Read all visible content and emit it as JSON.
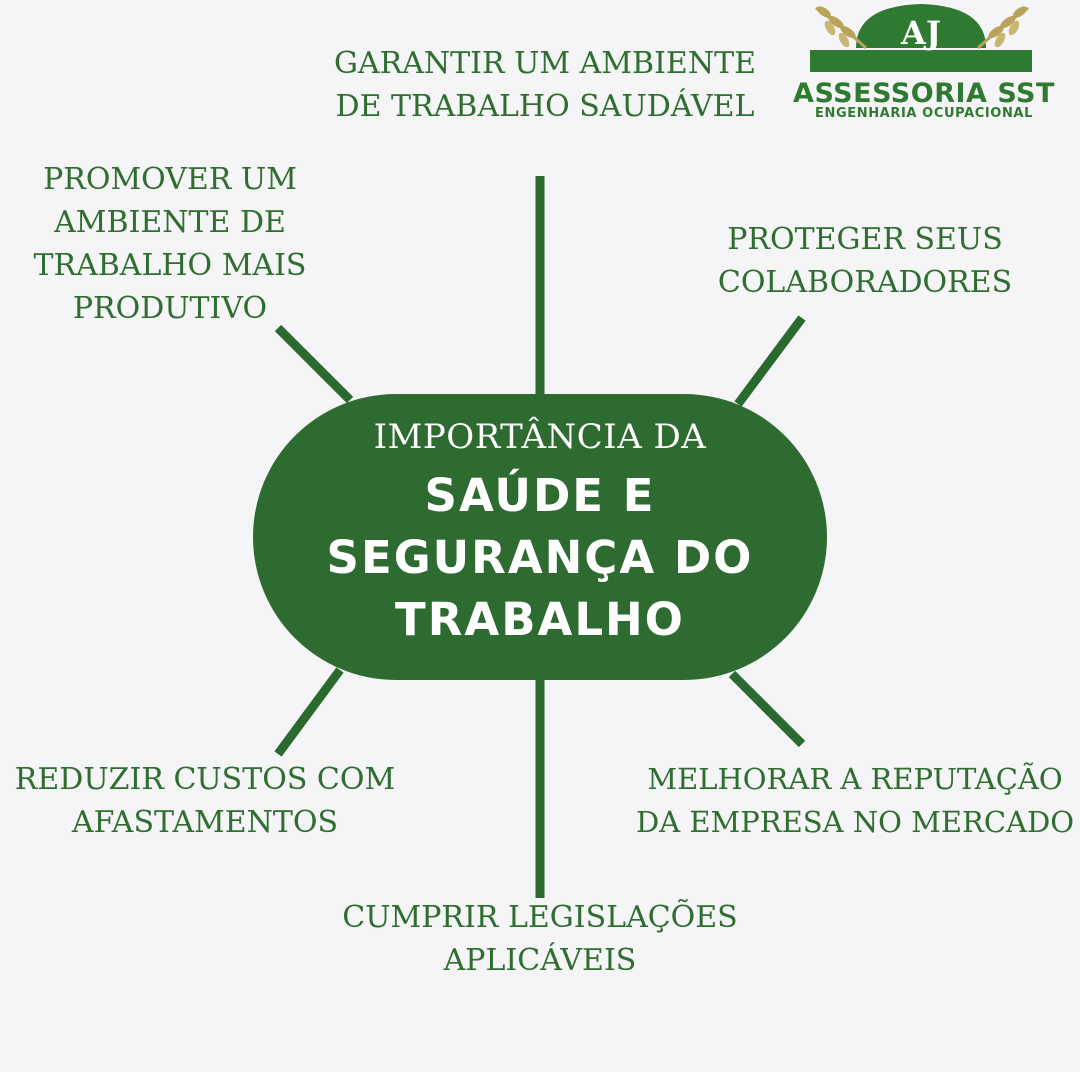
{
  "brand": {
    "monogram": "AJ",
    "name": "ASSESSORIA SST",
    "tagline": "ENGENHARIA OCUPACIONAL",
    "green": "#2e7a30",
    "laurel_color": "#b9a35a",
    "laurel_icon": "laurel-branch-icon"
  },
  "hub": {
    "kicker": "IMPORTÂNCIA DA",
    "title": "SAÚDE E SEGURANÇA DO TRABALHO",
    "color": "#2e6b30"
  },
  "topics": [
    {
      "text": "GARANTIR UM AMBIENTE DE TRABALHO SAUDÁVEL"
    },
    {
      "text": "PROMOVER UM AMBIENTE DE TRABALHO MAIS PRODUTIVO"
    },
    {
      "text": "PROTEGER SEUS COLABORADORES"
    },
    {
      "text": "REDUZIR CUSTOS COM AFASTAMENTOS"
    },
    {
      "text": "MELHORAR A REPUTAÇÃO DA EMPRESA NO MERCADO"
    },
    {
      "text": "CUMPRIR LEGISLAÇÕES APLICÁVEIS"
    }
  ],
  "colors": {
    "background": "#f5f4f7",
    "text": "#2f6e30",
    "connector": "#2b6a2e"
  }
}
